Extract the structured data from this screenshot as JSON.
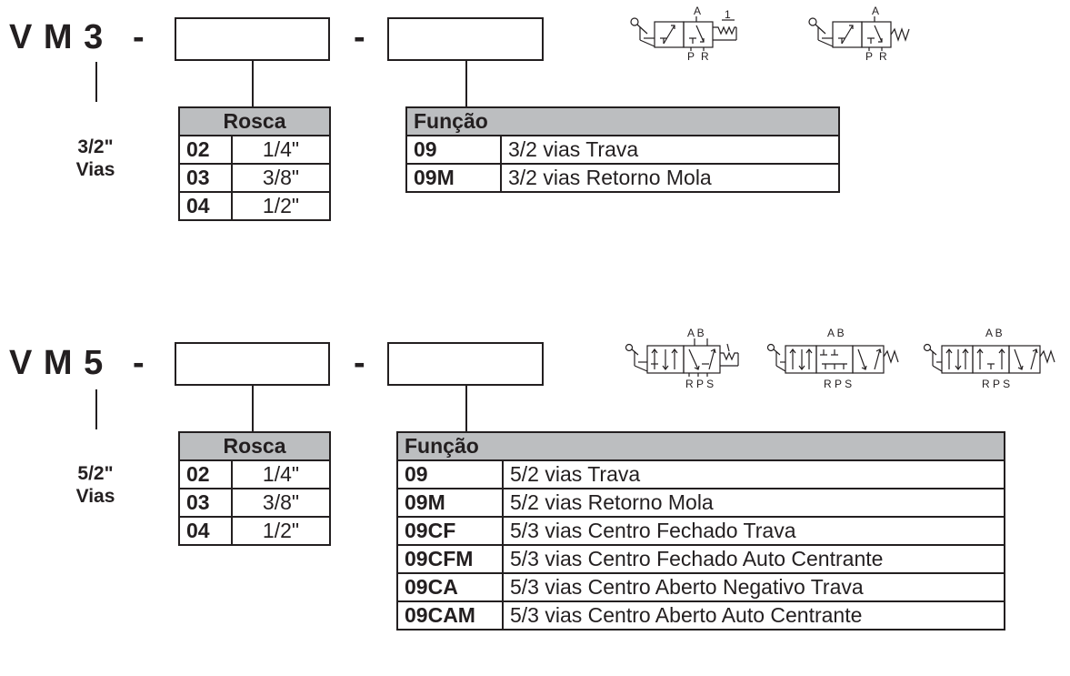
{
  "vm3": {
    "model": "V M 3",
    "dash1": "-",
    "dash2": "-",
    "sub_line1": "3/2\"",
    "sub_line2": "Vias",
    "rosca": {
      "header": "Rosca",
      "rows": [
        {
          "code": "02",
          "value": "1/4\""
        },
        {
          "code": "03",
          "value": "3/8\""
        },
        {
          "code": "04",
          "value": "1/2\""
        }
      ]
    },
    "funcao": {
      "header": "Função",
      "rows": [
        {
          "code": "09",
          "desc": "3/2 vias Trava"
        },
        {
          "code": "09M",
          "desc": "3/2 vias Retorno Mola"
        }
      ]
    },
    "symbol_labels": {
      "a": "A",
      "p": "P",
      "r": "R",
      "detent": "1"
    }
  },
  "vm5": {
    "model": "V M 5",
    "dash1": "-",
    "dash2": "-",
    "sub_line1": "5/2\"",
    "sub_line2": "Vias",
    "rosca": {
      "header": "Rosca",
      "rows": [
        {
          "code": "02",
          "value": "1/4\""
        },
        {
          "code": "03",
          "value": "3/8\""
        },
        {
          "code": "04",
          "value": "1/2\""
        }
      ]
    },
    "funcao": {
      "header": "Função",
      "rows": [
        {
          "code": "09",
          "desc": "5/2 vias Trava"
        },
        {
          "code": "09M",
          "desc": "5/2 vias Retorno Mola"
        },
        {
          "code": "09CF",
          "desc": "5/3 vias Centro Fechado Trava"
        },
        {
          "code": "09CFM",
          "desc": "5/3 vias Centro Fechado Auto Centrante"
        },
        {
          "code": "09CA",
          "desc": "5/3 vias Centro Aberto Negativo Trava"
        },
        {
          "code": "09CAM",
          "desc": "5/3 vias Centro Aberto Auto Centrante"
        }
      ]
    },
    "symbol_labels": {
      "ab": "A B",
      "rps": "R P S"
    }
  },
  "colors": {
    "ink": "#231f20",
    "header_fill": "#bcbec0",
    "background": "#ffffff"
  }
}
